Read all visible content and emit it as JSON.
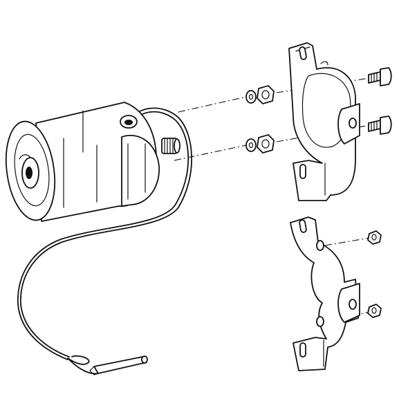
{
  "figure": {
    "parts": [
      {
        "name": "motor",
        "icon": "motor-icon"
      },
      {
        "name": "motor-cable-with-plug",
        "icon": "cable-icon"
      },
      {
        "name": "mounting-bracket-upper",
        "icon": "bracket-icon"
      },
      {
        "name": "mounting-bracket-lower",
        "icon": "bracket-icon"
      },
      {
        "name": "washers",
        "icon": "washer-icon"
      },
      {
        "name": "hex-nuts",
        "icon": "nut-icon"
      },
      {
        "name": "screws",
        "icon": "screw-icon"
      }
    ],
    "colors": {
      "line": "#111111",
      "background": "#ffffff"
    }
  }
}
